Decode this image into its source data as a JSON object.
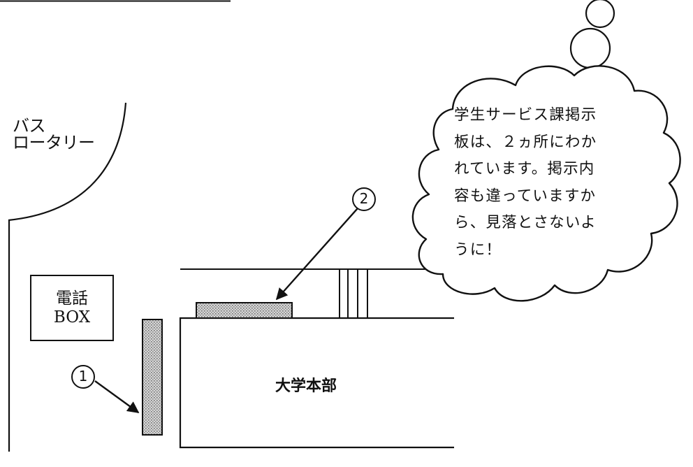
{
  "labels": {
    "bus_rotary": [
      "バス",
      "ロータリー"
    ],
    "phone_box": [
      "電話",
      "BOX"
    ],
    "headquarters": "大学本部"
  },
  "markers": [
    "1",
    "2"
  ],
  "speech_bubble": {
    "lines": [
      "学生サービス課掲示",
      "板は、２ヵ所にわか",
      "れています。掲示内",
      "容も違っていますか",
      "ら、見落とさないよ",
      "うに！"
    ]
  },
  "colors": {
    "line": "#111111",
    "board_fill": "#c8c8c8"
  }
}
